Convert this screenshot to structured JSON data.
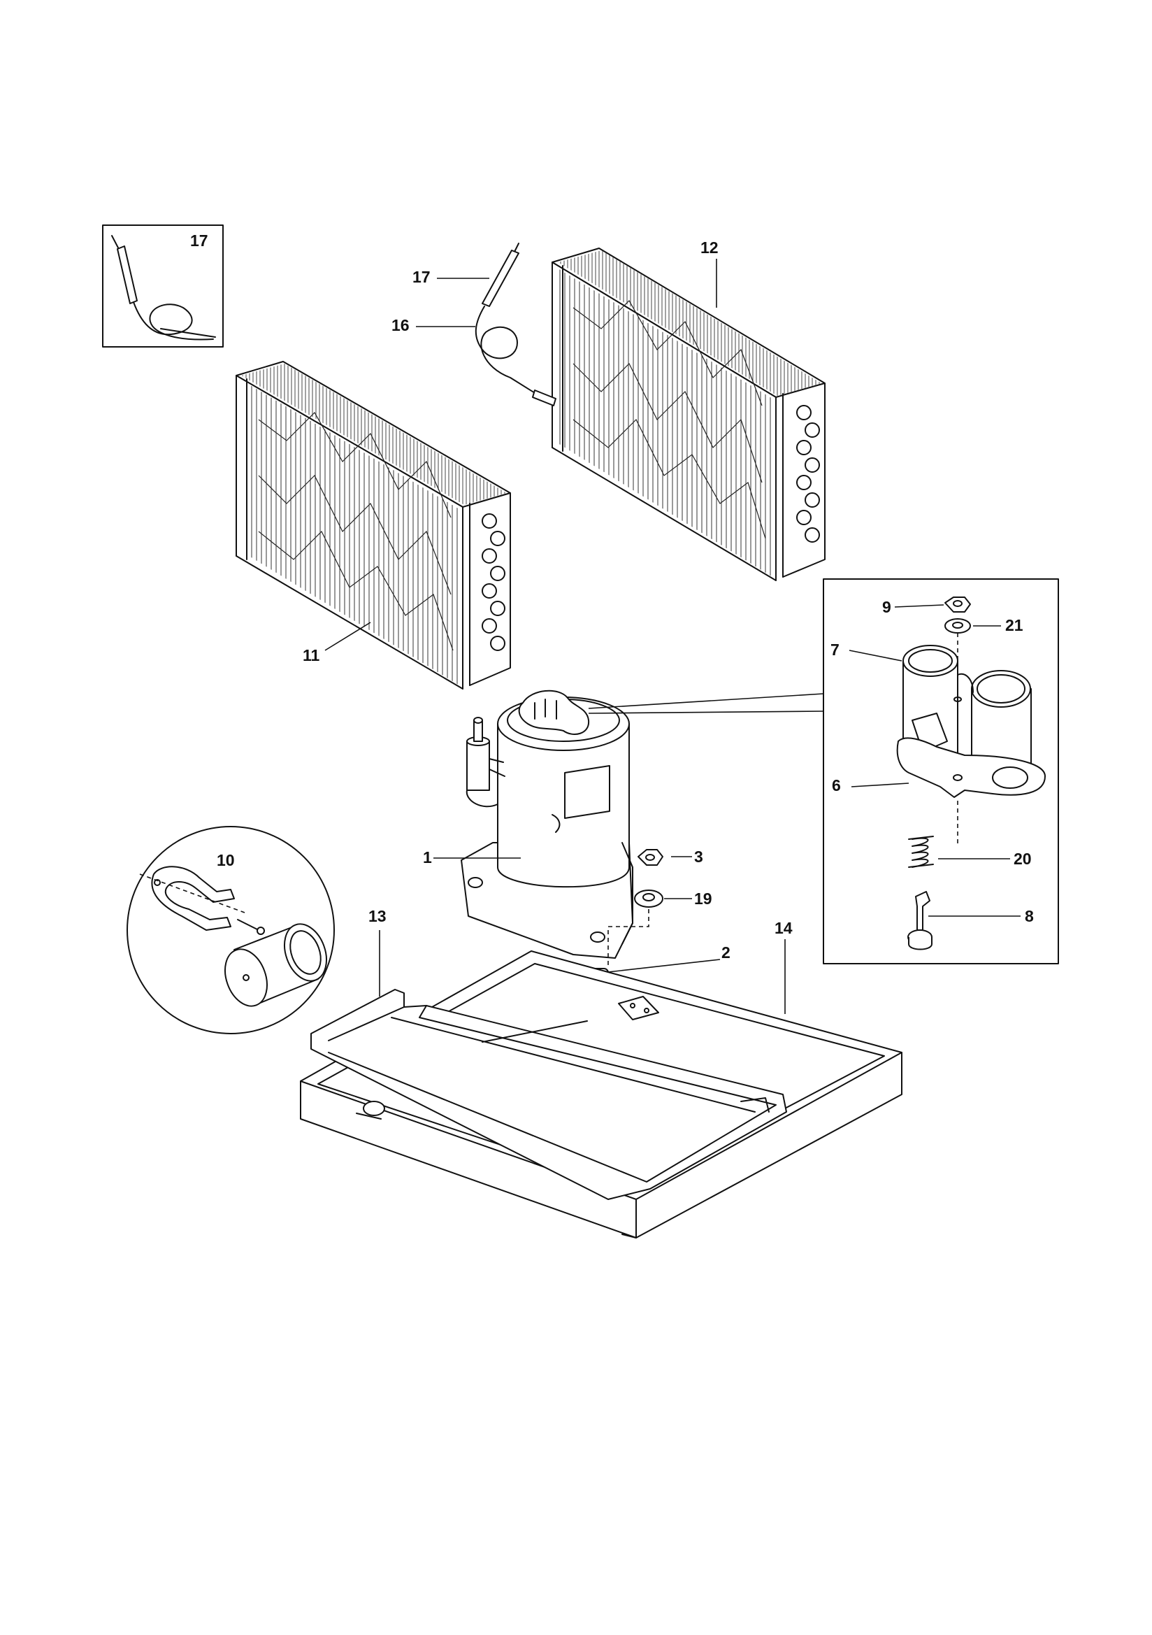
{
  "callouts": {
    "c1": "1",
    "c2": "2",
    "c3": "3",
    "c6": "6",
    "c7": "7",
    "c8": "8",
    "c9": "9",
    "c10": "10",
    "c11": "11",
    "c12": "12",
    "c13": "13",
    "c14": "14",
    "c16": "16",
    "c17_inset": "17",
    "c17": "17",
    "c19": "19",
    "c20": "20",
    "c21": "21"
  }
}
